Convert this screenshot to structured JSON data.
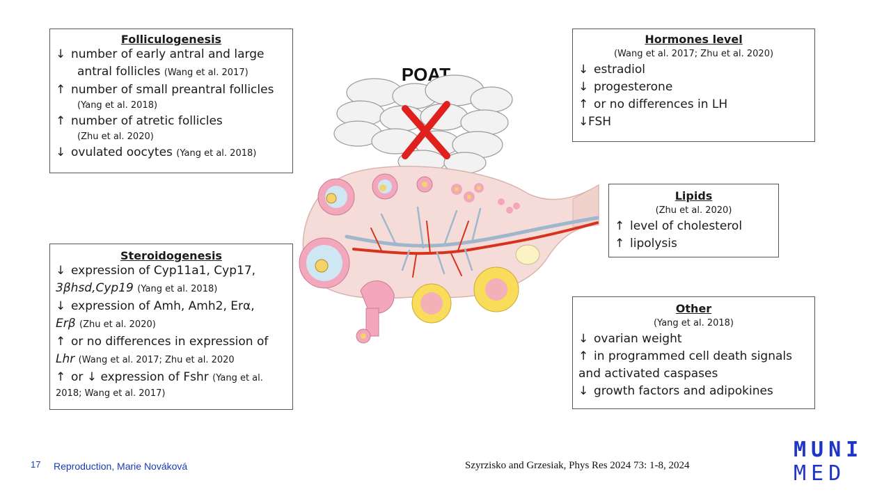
{
  "folliculogenesis": {
    "title": "Folliculogenesis",
    "items": [
      {
        "arrow": "↓",
        "text": "number of early antral and large"
      },
      {
        "text": "antral follicles",
        "cite": "(Wang et al. 2017)"
      },
      {
        "arrow": "↑",
        "text": "number of small preantral follicles"
      },
      {
        "cite": "(Yang et al. 2018)"
      },
      {
        "arrow": "↑",
        "text": "number of atretic follicles"
      },
      {
        "cite": "(Zhu et al. 2020)"
      },
      {
        "arrow": "↓",
        "text": "ovulated oocytes",
        "cite": "(Yang et al. 2018)"
      }
    ]
  },
  "steroidogenesis": {
    "title": "Steroidogenesis",
    "l1": "↓",
    "l1t": "expression of Cyp11a1, Cyp17,",
    "l2t": "3βhsd,Cyp19",
    "l2c": "(Yang et al. 2018)",
    "l3": "↓",
    "l3t": "expression of Amh, Amh2, Erα,",
    "l4t": "Erβ",
    "l4c": "(Zhu et al. 2020)",
    "l5": "↑",
    "l5t": "or no differences in expression of",
    "l6t": "Lhr",
    "l6c": "(Wang et al. 2017; Zhu et al. 2020",
    "l7": "↑",
    "l7t": "or ↓ expression of Fshr",
    "l7c": "(Yang et al.",
    "l8c": "2018; Wang et al. 2017)"
  },
  "hormones": {
    "title": "Hormones level",
    "cite": "(Wang et al. 2017; Zhu et al. 2020)",
    "i1": "↓",
    "i1t": "estradiol",
    "i2": "↓",
    "i2t": "progesterone",
    "i3": "↑",
    "i3t": "or no differences in LH",
    "i4": "↓",
    "i4t": "FSH"
  },
  "lipids": {
    "title": "Lipids",
    "cite": "(Zhu et al. 2020)",
    "i1": "↑",
    "i1t": "level of cholesterol",
    "i2": "↑",
    "i2t": "lipolysis"
  },
  "other": {
    "title": "Other",
    "cite": "(Yang et al. 2018)",
    "i1": "↓",
    "i1t": "ovarian weight",
    "i2": "↑",
    "i2t": "in programmed cell death signals",
    "i3t": "and activated caspases",
    "i4": "↓",
    "i4t": "growth factors and adipokines"
  },
  "diagram": {
    "label": "POAT"
  },
  "footer": {
    "slide_number": "17",
    "left": "Reproduction,  Marie Nováková",
    "reference": "Szyrzisko and Grzesiak, Phys Res 2024 73: 1-8, 2024"
  },
  "logo": {
    "line1": "MUNI",
    "line2": "MED"
  },
  "colors": {
    "accent_blue": "#1f35c8",
    "cross_red": "#e0201c",
    "ovary_pink": "#f6dcd8"
  }
}
